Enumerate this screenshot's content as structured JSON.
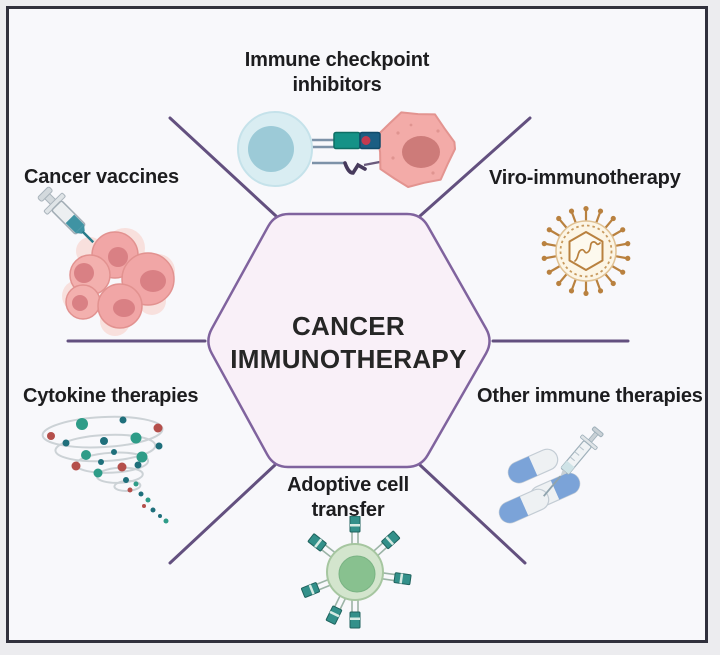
{
  "figure": {
    "center": {
      "title": "CANCER IMMUNOTHERAPY"
    },
    "branches": {
      "immune_checkpoint": {
        "label": "Immune checkpoint inhibitors",
        "icon": "t-cell-checkpoint-blockade-icon"
      },
      "viro_immunotherapy": {
        "label": "Viro-immunotherapy",
        "icon": "oncolytic-virus-icon"
      },
      "other_immune_therapies": {
        "label": "Other immune therapies",
        "icon": "capsules-syringe-icon"
      },
      "adoptive_cell_transfer": {
        "label": "Adoptive cell transfer",
        "icon": "car-t-cell-icon"
      },
      "cytokine_therapies": {
        "label": "Cytokine therapies",
        "icon": "cytokine-spiral-icon"
      },
      "cancer_vaccines": {
        "label": "Cancer vaccines",
        "icon": "syringe-tumor-icon"
      }
    },
    "colors": {
      "background": "#f8f8fb",
      "frame_border": "#30303c",
      "connector_purple": "#63507f",
      "hexagon_fill": "#f9f0f8",
      "hexagon_stroke": "#80639e",
      "label_text": "#1d1d1f",
      "tumor_pink": "#f3aba8",
      "t_cell_blue": "#d9edf2",
      "car_t_green": "#d3e5cd",
      "virus_orange": "#b9813f",
      "receptor_teal": "#159287"
    }
  }
}
